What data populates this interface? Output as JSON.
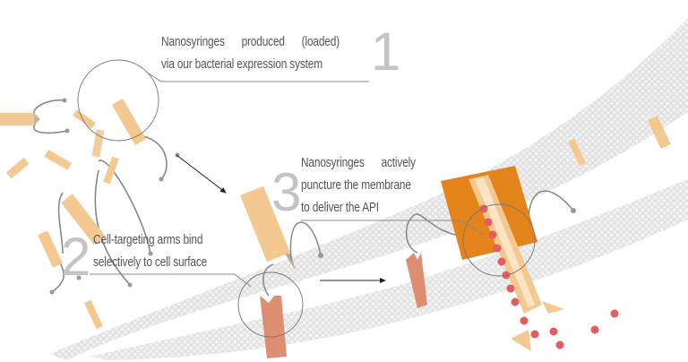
{
  "steps": [
    {
      "number": "1",
      "lines": [
        "Nanosyringes      produced      (loaded)",
        "via our bacterial expression system"
      ]
    },
    {
      "number": "2",
      "lines": [
        "Cell-targeting arms bind",
        "selectively to cell surface"
      ]
    },
    {
      "number": "3",
      "lines": [
        "Nanosyringes      actively",
        "puncture the membrane",
        "to deliver the API"
      ]
    }
  ],
  "colors": {
    "syringe": "#f3c891",
    "syringe_dark": "#e4831a",
    "anchor": "#de8f72",
    "payload": "#e65a62",
    "membrane": "#e6e6e6",
    "text": "#555555",
    "number": "#c4c4c4"
  }
}
